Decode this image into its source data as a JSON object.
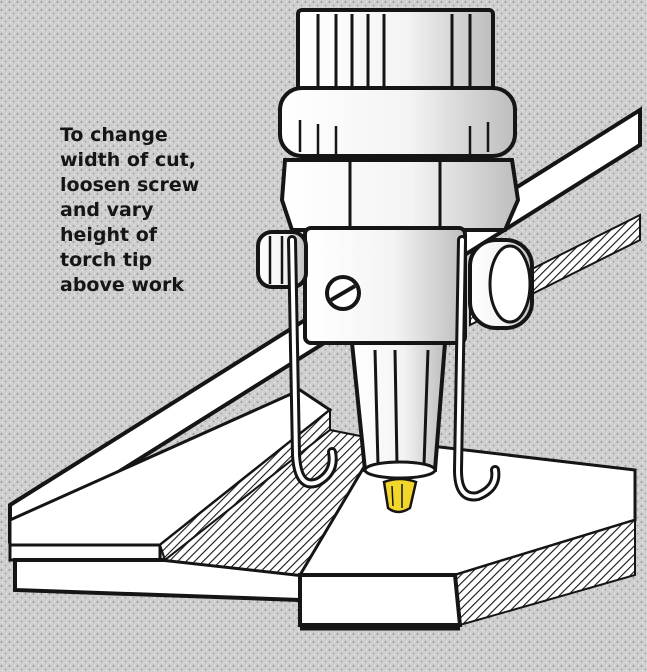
{
  "caption": {
    "lines": [
      "To change",
      "width of cut,",
      "loosen screw",
      "and vary",
      "height of",
      "torch tip",
      "above work"
    ]
  },
  "colors": {
    "ink": "#151515",
    "paper": "#ffffff",
    "speckle_background": "#c9c9c9",
    "flame": "#f2d62a"
  },
  "icons": [
    "cutting-torch-icon",
    "screw-icon",
    "flame-icon"
  ]
}
